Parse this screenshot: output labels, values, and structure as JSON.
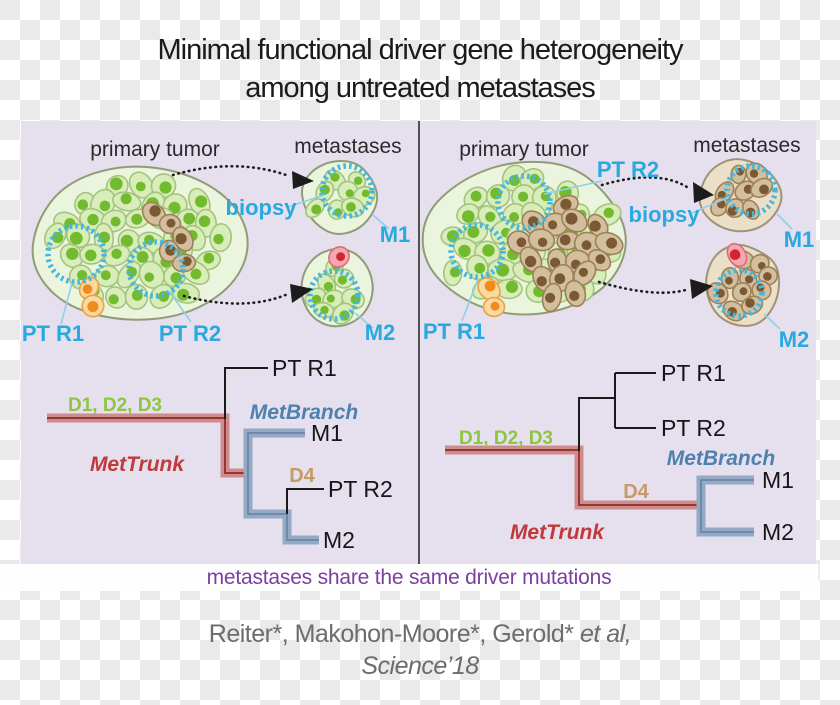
{
  "title": {
    "line1": "Minimal functional driver gene heterogeneity",
    "line2": "among untreated metastases"
  },
  "caption": "metastases share the same driver mutations",
  "citation": {
    "authors": "Reiter*, Makohon-Moore*, Gerold*",
    "et_al": "et al,",
    "journal": "Science’18"
  },
  "panels": [
    {
      "primary_tumor": "primary tumor",
      "metastases": "metastases",
      "biopsy": "biopsy",
      "pt_r1": "PT R1",
      "pt_r2": "PT R2",
      "m1": "M1",
      "m2": "M2",
      "tree": {
        "drivers_trunk": "D1, D2, D3",
        "met_trunk": "MetTrunk",
        "met_branch": "MetBranch",
        "driver_d4": "D4",
        "tip_pt_r1": "PT R1",
        "tip_m1": "M1",
        "tip_pt_r2": "PT R2",
        "tip_m2": "M2"
      }
    },
    {
      "primary_tumor": "primary tumor",
      "metastases": "metastases",
      "biopsy": "biopsy",
      "pt_r1": "PT R1",
      "pt_r2": "PT R2",
      "m1": "M1",
      "m2": "M2",
      "tree": {
        "drivers_trunk": "D1, D2, D3",
        "met_trunk": "MetTrunk",
        "met_branch": "MetBranch",
        "driver_d4": "D4",
        "tip_pt_r1": "PT R1",
        "tip_m1": "M1",
        "tip_pt_r2": "PT R2",
        "tip_m2": "M2"
      }
    }
  ],
  "colors": {
    "panel_background": "#e6dfee",
    "checker_gray": "#eaeaea",
    "label_blue": "#29a9e0",
    "biopsy_circle_cyan": "#43b7e0",
    "driver_green": "#8dc63f",
    "met_trunk_red": "#c0393b",
    "trunk_band_salmon": "#cc8d8d",
    "trunk_line_dark_red": "#9e3232",
    "met_branch_blue": "#4e81b0",
    "branch_band_blue": "#93a9c4",
    "d4_tan": "#c79a63",
    "caption_purple": "#7b3fa0",
    "citation_gray": "#6b6c6e",
    "cell_green_nucleus": "#72ba2e",
    "cell_green_shell": "#d8edb9",
    "cell_brown_nucleus": "#7b5a33",
    "cell_brown_shell": "#d3bf9e",
    "cell_orange_nucleus": "#f08a1a",
    "cell_orange_shell": "#fbd9a2",
    "cell_pink_nucleus": "#d32530",
    "cell_pink_shell": "#f4a9b2",
    "blob_green_fill": "#ebf5dd",
    "blob_brown_fill": "#ecdfc8"
  }
}
